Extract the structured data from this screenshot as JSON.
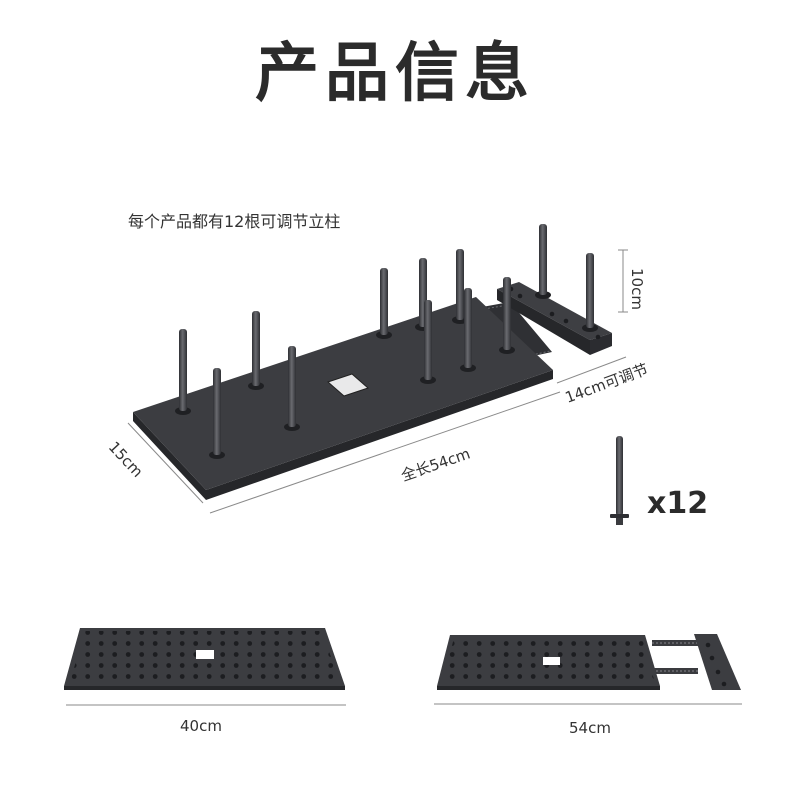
{
  "title": "产品信息",
  "subtitle": "每个产品都有12根可调节立柱",
  "labels": {
    "height": "10cm",
    "adjust": "14cm可调节",
    "width": "15cm",
    "full_length": "全长54cm",
    "quantity": "x12",
    "short_length": "40cm",
    "long_length": "54cm"
  },
  "colors": {
    "board": "#3c3d41",
    "board_edge": "#2a2b2e",
    "peg": "#4a4b50",
    "line": "#8a8a8a"
  }
}
